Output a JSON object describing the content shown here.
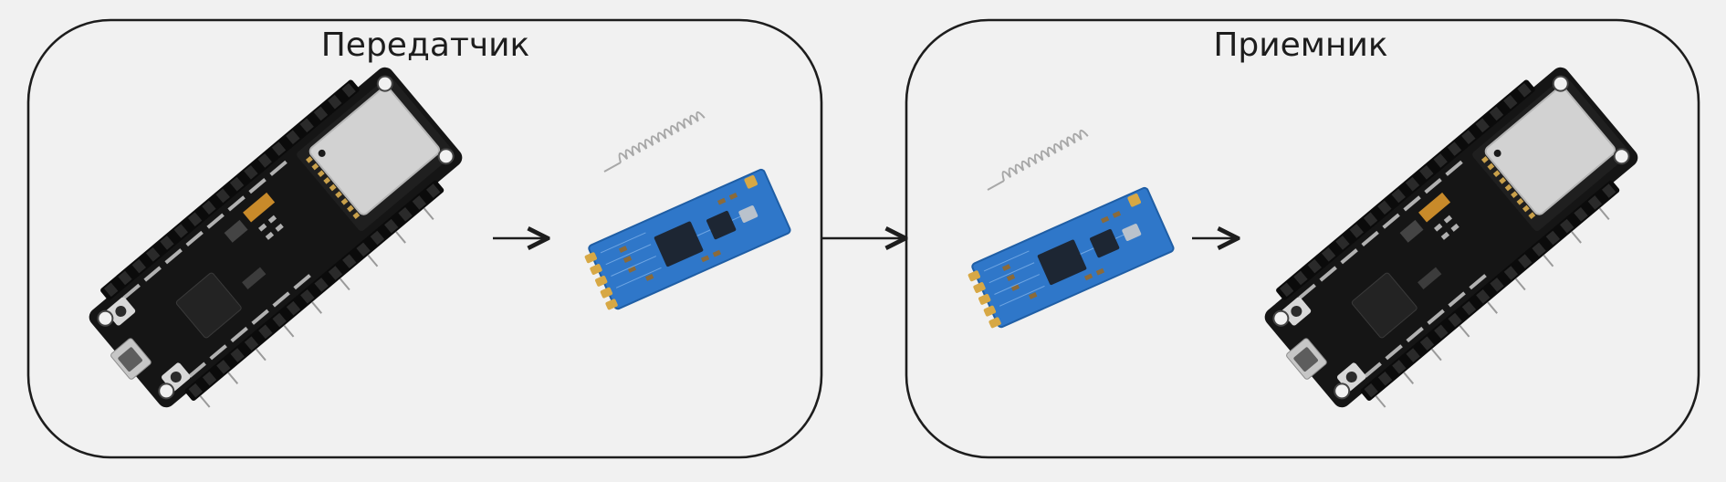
{
  "diagram": {
    "transmitter": {
      "title": "Передатчик",
      "modules": [
        "esp32-devkit-board",
        "hc-12-radio-module"
      ]
    },
    "receiver": {
      "title": "Приемник",
      "modules": [
        "hc-12-radio-module",
        "esp32-devkit-board"
      ]
    },
    "colors": {
      "background": "#f1f1f1",
      "outline": "#1d1d1d",
      "esp32_pcb": "#151515",
      "esp32_shield": "#d2d2d2",
      "radio_pcb": "#2f77c9",
      "pins_gold": "#d7a845"
    }
  }
}
